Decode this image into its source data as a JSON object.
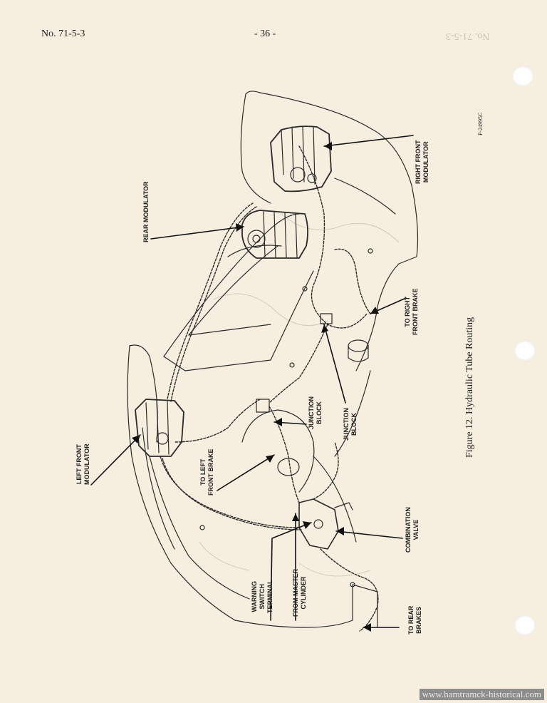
{
  "header": {
    "doc_number": "No. 71-5-3",
    "page_number": "- 36 -"
  },
  "figure": {
    "caption": "Figure 12.   Hydraulic Tube Routing",
    "id_code": "P-24995C"
  },
  "callouts": {
    "rear_modulator": [
      "REAR MODULATOR"
    ],
    "right_front_modulator": [
      "RIGHT FRONT",
      "MODULATOR"
    ],
    "left_front_modulator": [
      "LEFT FRONT",
      "MODULATOR"
    ],
    "to_right_front_brake": [
      "TO RIGHT",
      "FRONT BRAKE"
    ],
    "junction_block_1": [
      "JUNCTION",
      "BLOCK"
    ],
    "junction_block_2": [
      "JUNCTION",
      "BLOCK"
    ],
    "to_left_front_brake": [
      "TO LEFT",
      "FRONT BRAKE"
    ],
    "combination_valve": [
      "COMBINATION",
      "VALVE"
    ],
    "warning_switch_terminal": [
      "WARNING",
      "SWITCH",
      "TERMINAL"
    ],
    "from_master_cylinder": [
      "FROM MASTER",
      "CYLINDER"
    ],
    "to_rear_brakes": [
      "TO REAR",
      "BRAKES"
    ]
  },
  "footer": {
    "watermark": "www.hamtramck-historical.com"
  },
  "colors": {
    "paper": "#f6efdf",
    "ink": "#1d1d1d",
    "bleed": "#d8d0c0"
  }
}
